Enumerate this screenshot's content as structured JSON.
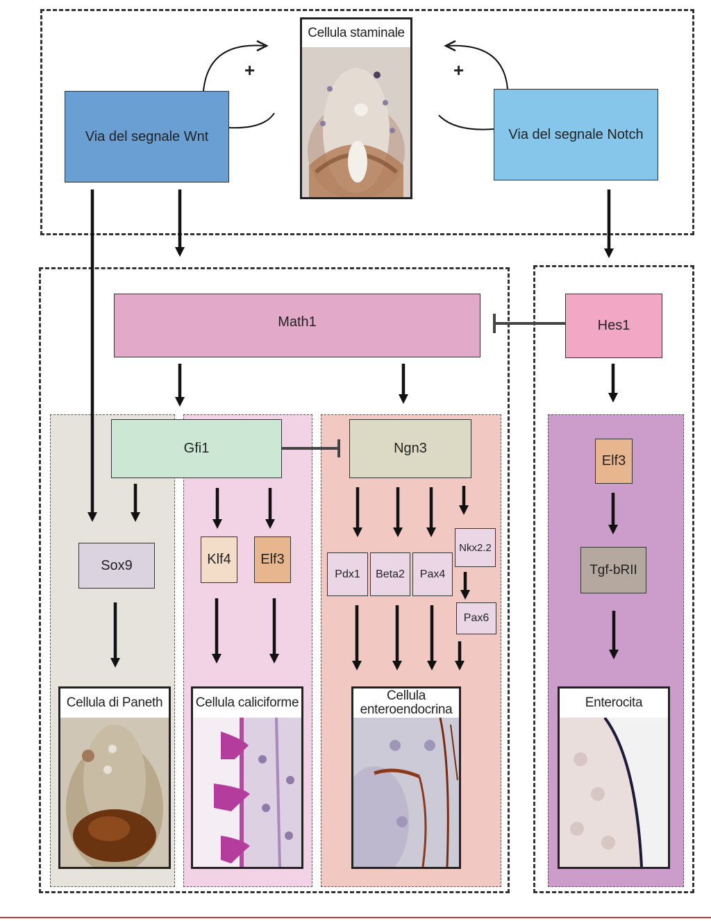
{
  "stem_cell": {
    "label": "Cellula staminale"
  },
  "pathways": {
    "wnt": {
      "label": "Via del segnale Wnt",
      "sign": "+"
    },
    "notch": {
      "label": "Via del segnale Notch",
      "sign": "+"
    }
  },
  "factors": {
    "math1": "Math1",
    "hes1": "Hes1",
    "gfi1": "Gfi1",
    "ngn3": "Ngn3",
    "sox9": "Sox9",
    "klf4": "Klf4",
    "elf3_goblet": "Elf3",
    "pdx1": "Pdx1",
    "beta2": "Beta2",
    "pax4": "Pax4",
    "nkx22": "Nkx2.2",
    "pax6": "Pax6",
    "elf3_entero": "Elf3",
    "tgfbrii": "Tgf-bRII"
  },
  "cells": {
    "paneth": "Cellula di Paneth",
    "goblet": "Cellula caliciforme",
    "enteroendocrine": "Cellula enteroendocrina",
    "enterocyte": "Enterocita"
  },
  "colors": {
    "wnt": "#6a9fd4",
    "notch": "#86c6ea",
    "math1": "#e2a9c9",
    "hes1": "#f2a7c4",
    "gfi1": "#cce8d4",
    "ngn3": "#dcdac4",
    "paneth_bg": "#e6e3dc",
    "goblet_bg": "#f2d3e6",
    "entero_bg": "#f2c9c2",
    "enterocyte_bg": "#cc9dcb"
  }
}
